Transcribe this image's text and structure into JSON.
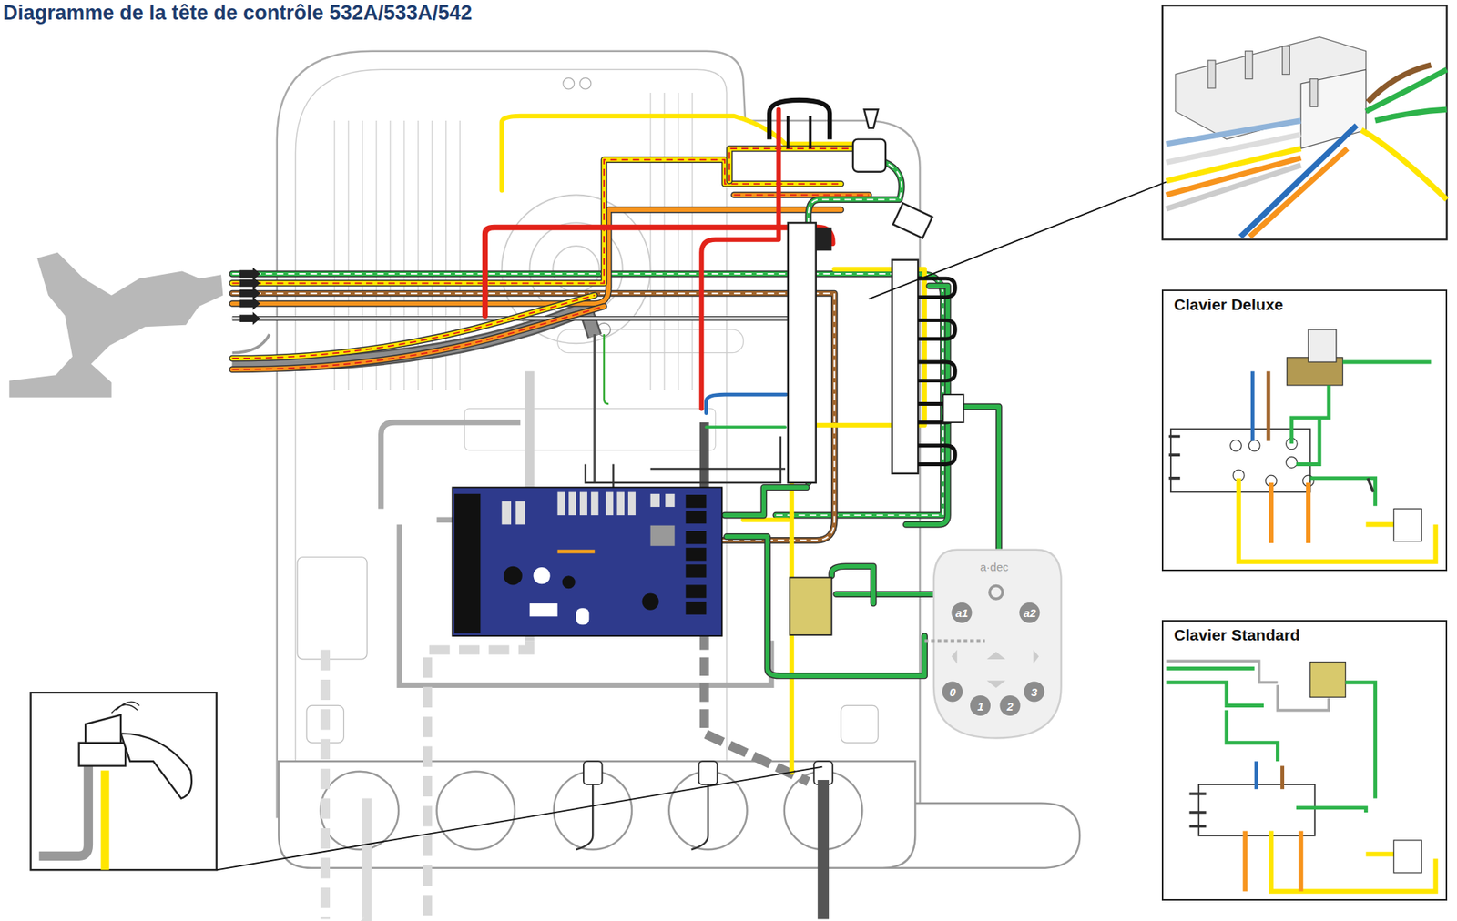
{
  "diagram": {
    "title": "Diagramme de la tête de contrôle 532A/533A/542",
    "nodes": [
      {
        "text": [
          "Clavier Deluxe"
        ]
      },
      {
        "text": [
          "Clavier Standard"
        ]
      }
    ],
    "labels": [
      "a·dec",
      "a1",
      "a2",
      "0",
      "1",
      "2",
      "3"
    ]
  }
}
